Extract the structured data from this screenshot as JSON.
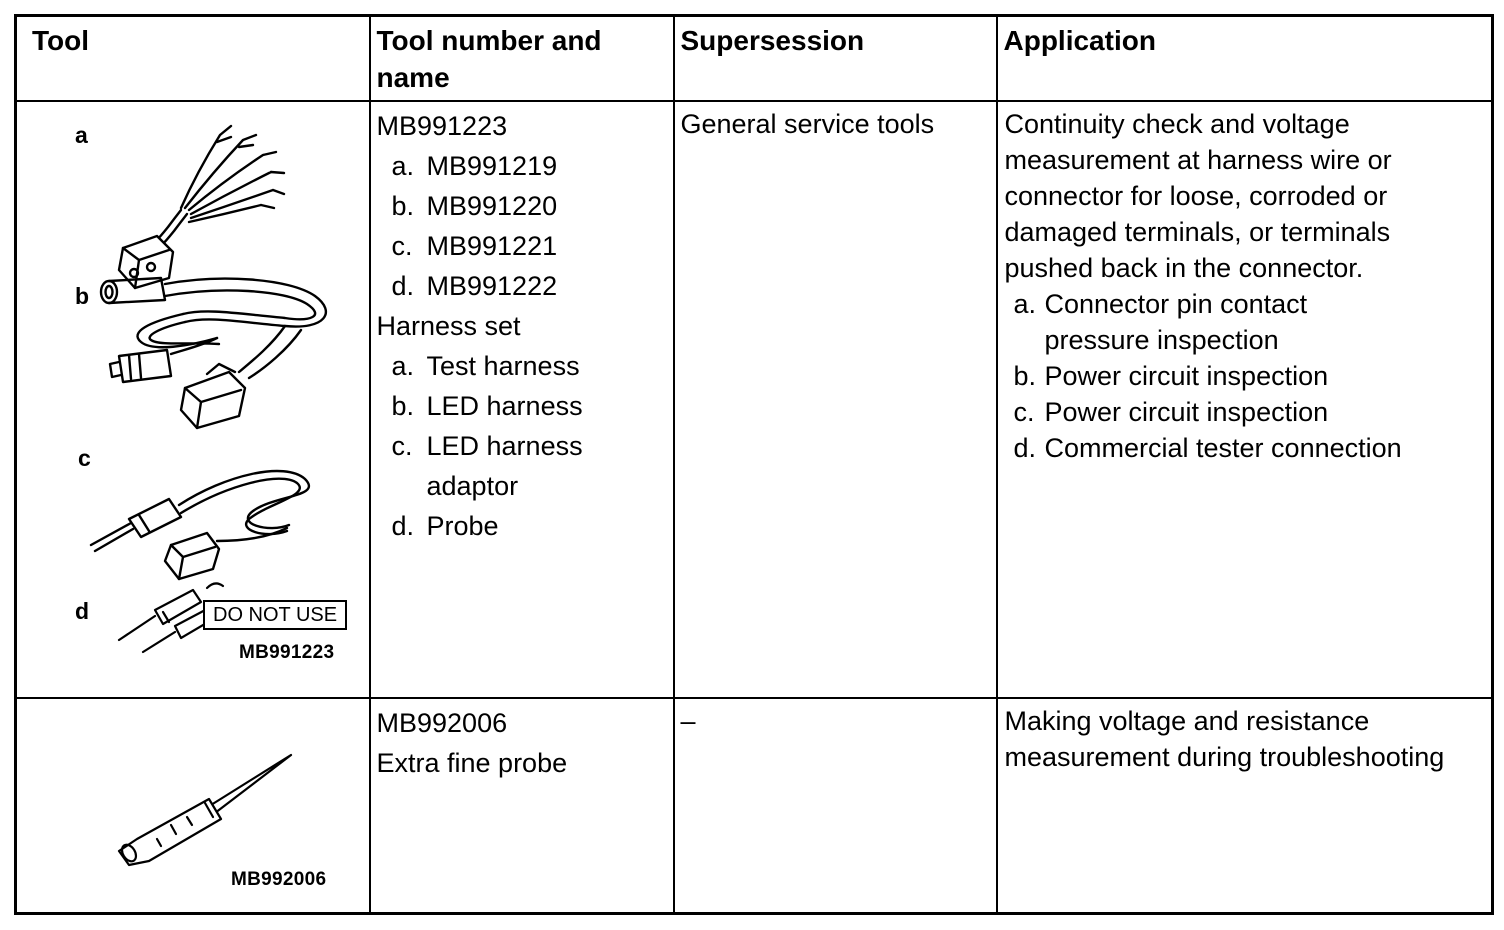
{
  "header": {
    "tool": "Tool",
    "number": "Tool number and name",
    "supersession": "Supersession",
    "application": "Application"
  },
  "row1": {
    "labels": {
      "a": "a",
      "b": "b",
      "c": "c",
      "d": "d"
    },
    "do_not_use": "DO NOT USE",
    "caption": "MB991223",
    "number_title": "MB991223",
    "parts": [
      {
        "letter": "a.",
        "text": "MB991219"
      },
      {
        "letter": "b.",
        "text": "MB991220"
      },
      {
        "letter": "c.",
        "text": "MB991221"
      },
      {
        "letter": "d.",
        "text": "MB991222"
      }
    ],
    "set_name": "Harness set",
    "names": [
      {
        "letter": "a.",
        "text": "Test harness"
      },
      {
        "letter": "b.",
        "text": "LED harness"
      },
      {
        "letter": "c.",
        "text": "LED harness adaptor"
      },
      {
        "letter": "d.",
        "text": "Probe"
      }
    ],
    "supersession": "General service tools",
    "app_intro": "Continuity check and voltage measurement at harness wire or connector for loose, corroded or damaged terminals, or terminals pushed back in the connector.",
    "apps": [
      {
        "letter": "a.",
        "text": "Connector pin contact pressure inspection"
      },
      {
        "letter": "b.",
        "text": "Power circuit inspection"
      },
      {
        "letter": "c.",
        "text": "Power circuit inspection"
      },
      {
        "letter": "d.",
        "text": "Commercial tester connection"
      }
    ]
  },
  "row2": {
    "caption": "MB992006",
    "number_title": "MB992006",
    "number_name": "Extra fine probe",
    "supersession": "–",
    "application": "Making voltage and resistance measurement during troubleshooting"
  }
}
